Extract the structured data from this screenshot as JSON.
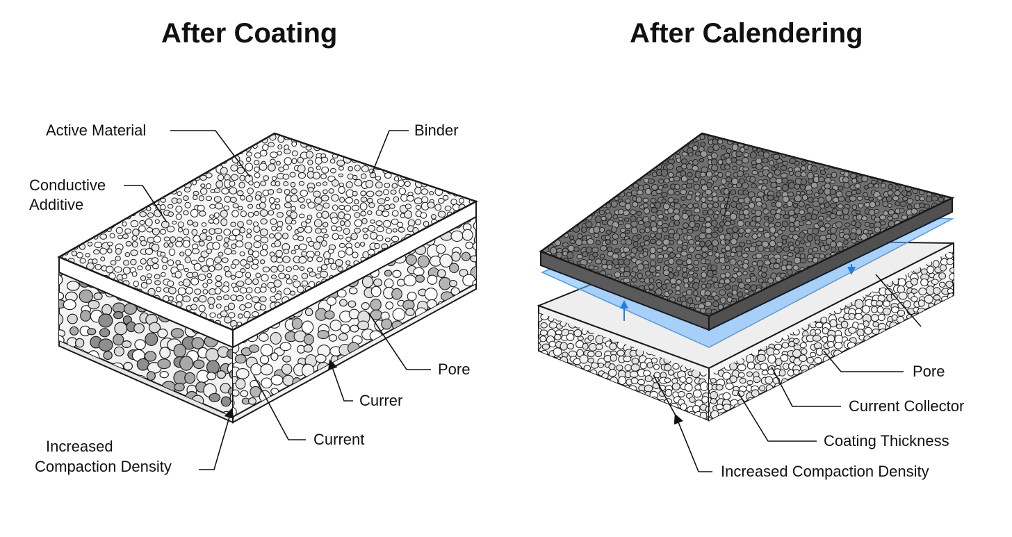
{
  "left_panel": {
    "title": "After Coating",
    "labels": {
      "active_material": "Active Material",
      "binder": "Binder",
      "conductive_additive_1": "Conductive",
      "conductive_additive_2": "Additive",
      "pore": "Pore",
      "currer": "Currer",
      "current": "Current",
      "compaction_1": "Increased",
      "compaction_2": "Compaction Density"
    }
  },
  "right_panel": {
    "title": "After Calendering",
    "labels": {
      "pore": "Pore",
      "current_collector": "Current Collector",
      "coating_thickness": "Coating Thickness",
      "compaction": "Increased Compaction Density"
    }
  },
  "colors": {
    "outline": "#1a1a1a",
    "top_coating": "#f3f3f3",
    "calendered_top": "#6e6e6e",
    "bottom_layer": "#efefef",
    "collector_film": "#6fb6ff",
    "arrow_blue": "#1f7fe0"
  }
}
